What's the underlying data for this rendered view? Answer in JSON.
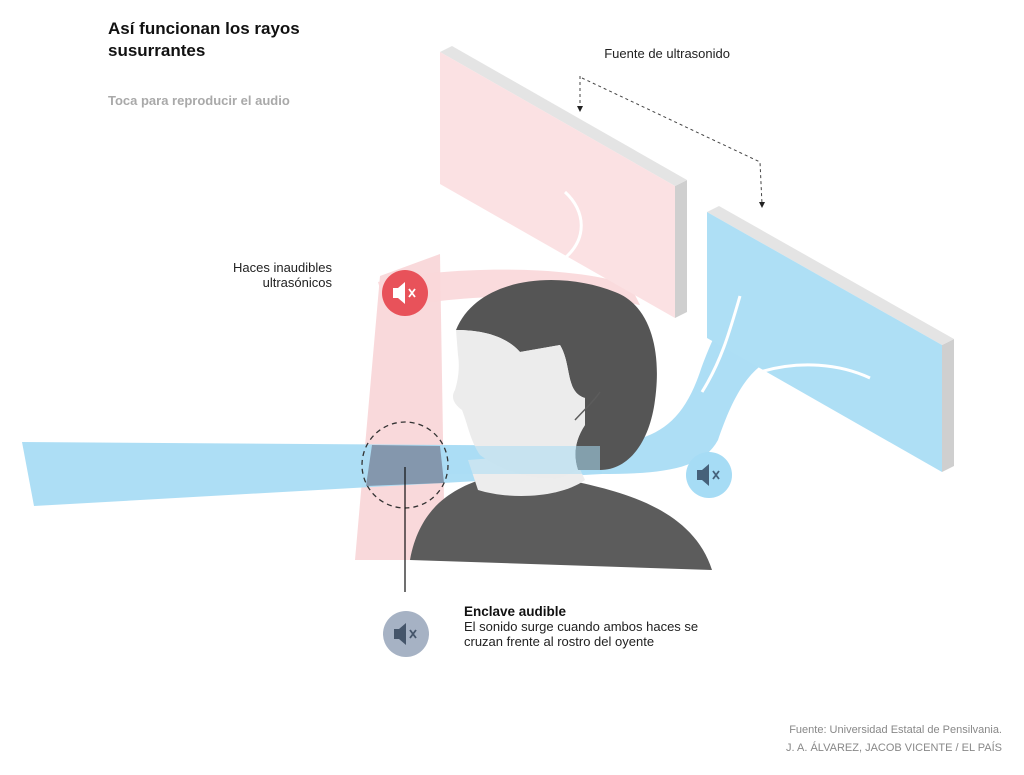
{
  "title": "Así funcionan los rayos susurrantes",
  "audio_prompt": "Toca para reproducir el audio",
  "labels": {
    "source": "Fuente de ultrasonido",
    "beams": "Haces inaudibles ultrasónicos",
    "enclave_title": "Enclave audible",
    "enclave_text": "El sonido surge cuando ambos haces se cruzan frente al rostro del oyente"
  },
  "credits": {
    "source": "Fuente: Universidad Estatal de Pensilvania.",
    "authors": "J. A. ÁLVAREZ, JACOB VICENTE / EL PAÍS"
  },
  "icons": [
    "speaker-muted-icon"
  ],
  "colors": {
    "red_beam": "#f9d7d9",
    "blue_beam": "#a9dcf4",
    "red_icon": "#e8525a",
    "blue_icon": "#a6dcf5",
    "enclave": "#8497ad",
    "head": "#5a5a5a",
    "face": "#ededed"
  }
}
